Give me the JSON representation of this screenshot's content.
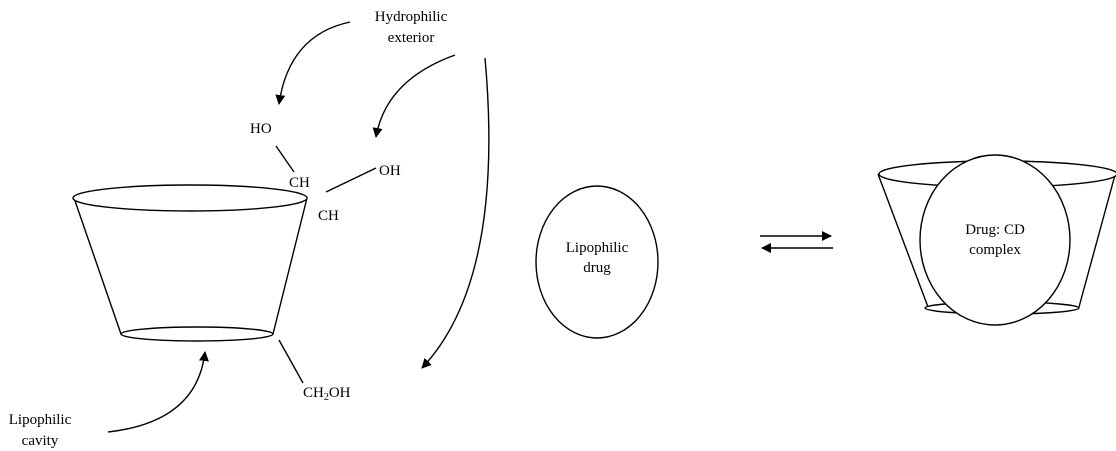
{
  "labels": {
    "hydrophilic_line1": "Hydrophilic",
    "hydrophilic_line2": "exterior",
    "ho": "HO",
    "ch_upper": "CH",
    "oh": "OH",
    "ch_lower": "CH",
    "ch2oh_ch": "CH",
    "ch2oh_sub": "2",
    "ch2oh_oh": "OH",
    "lipophilic_cavity_line1": "Lipophilic",
    "lipophilic_cavity_line2": "cavity",
    "lipophilic_drug_line1": "Lipophilic",
    "lipophilic_drug_line2": "drug",
    "complex_line1": "Drug: CD",
    "complex_line2": "complex"
  }
}
